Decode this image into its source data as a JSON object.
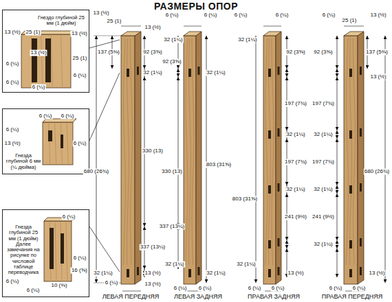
{
  "diagram": {
    "title": "РАЗМЕРЫ ОПОР",
    "nodes": [
      {
        "text": [
          "Гнездо глубиной 25 мм (1 дюйм)",
          "13 (½)",
          "25 (1)",
          "13 (½)",
          "25 (1)",
          "6 (¼)",
          "13 (½)",
          "6 (¼)",
          "6 (¼)",
          "6 (¼)"
        ]
      },
      {
        "text": [
          "6 (¼)",
          "6 (¼)",
          "6 (¼)",
          "6 (¼)",
          "13 (½)",
          "Гнезда глубиной 6 мм (¼ дюйма)"
        ]
      },
      {
        "text": [
          "Гнезда глубиной 25 мм (1 дюйм) Далее замечания на рисунке по числовой таблице переводчика",
          "6 (¼)",
          "6 (¼)",
          "16 (⅝)",
          "10 (⅜)",
          "6 (¼)",
          "6 (¼)"
        ]
      }
    ],
    "labels": [
      "13 (½)",
      "25 (1)",
      "137 (5⅜)",
      "680 (26¾)",
      "32 (1¼)",
      "6 (¼)",
      "13 (½)",
      "92 (3⅝)",
      "32 (1¼)",
      "330 (13)",
      "337 (13¼)",
      "13 (½)",
      "13 (½)",
      "6 (¼)",
      "6 (¼)",
      "32 (1¼)",
      "92 (3⅝)",
      "330 (13)",
      "337 (13¼)",
      "32 (1¼)",
      "32 (1¼)",
      "803 (31⅝)",
      "32 (1¼)",
      "6 (¼)",
      "6 (¼)",
      "6 (¼)",
      "6 (¼)",
      "32 (1¼)",
      "803 (31⅝)",
      "32 (1¼)",
      "6 (¼)",
      "6 (¼)",
      "92 (3⅝)",
      "197 (7¾)",
      "32 (1¼)",
      "197 (7¾)",
      "32 (1¼)",
      "241 (9½)",
      "13 (½)",
      "6 (¼)",
      "92 (3⅝)",
      "197 (7¾)",
      "32 (1¼)",
      "197 (7¾)",
      "32 (1¼)",
      "241 (9½)",
      "32 (1¼)",
      "6 (¼)",
      "6 (¼)",
      "25 (1)",
      "13 (½)",
      "137 (5⅜)",
      "13 (½)",
      "680 (26¾)",
      "13 (½)",
      "ЛЕВАЯ ПЕРЕДНЯЯ",
      "ЛЕВАЯ ЗАДНЯЯ",
      "ПРАВАЯ ЗАДНЯЯ",
      "ПРАВАЯ ПЕРЕДНЯЯ"
    ]
  }
}
